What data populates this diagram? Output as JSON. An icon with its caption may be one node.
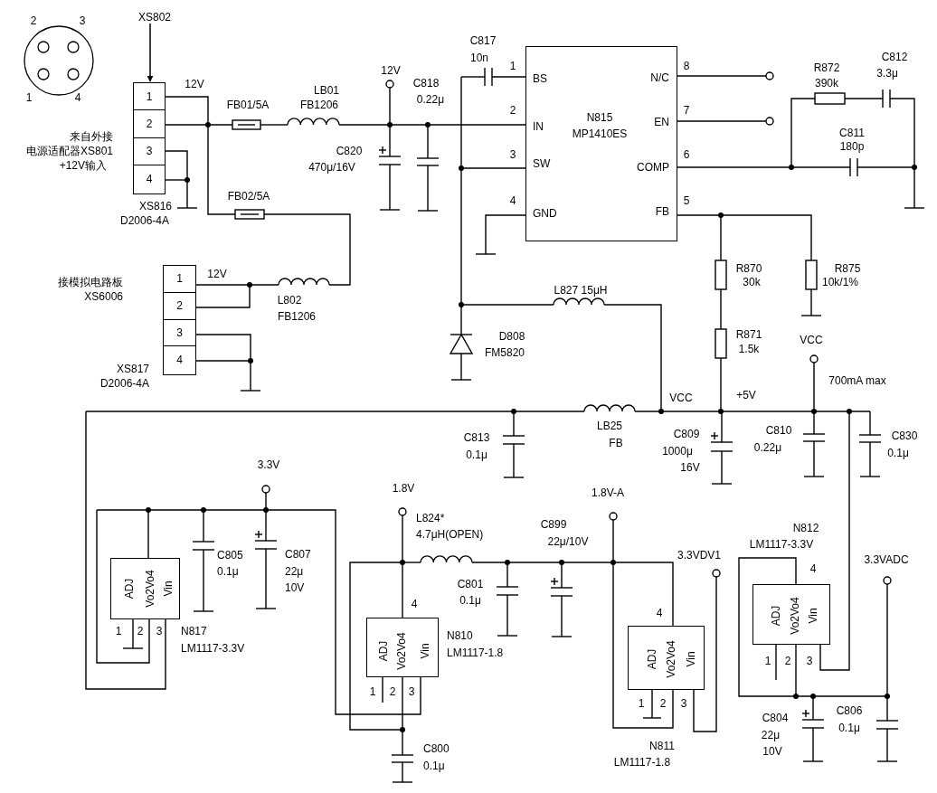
{
  "diagram": {
    "nodes": [
      {
        "text": [
          "XS802"
        ]
      },
      {
        "text": [
          "1",
          "2",
          "3",
          "4"
        ],
        "beside": [
          "XS816",
          "D2006-4A"
        ]
      },
      {
        "text": [
          "1",
          "2",
          "3",
          "4"
        ],
        "beside": [
          "XS817",
          "D2006-4A"
        ]
      },
      {
        "text": [
          "N815",
          "MP1410ES",
          "BS",
          "IN",
          "SW",
          "GND",
          "N/C",
          "EN",
          "COMP",
          "FB"
        ],
        "beside": [
          "1",
          "2",
          "3",
          "4",
          "8",
          "7",
          "6",
          "5"
        ]
      },
      {
        "text": [
          "ADJ",
          "Vo2Vo4",
          "Vin"
        ],
        "beside": [
          "1",
          "2",
          "3",
          "N817",
          "LM1117-3.3V"
        ]
      },
      {
        "text": [
          "ADJ",
          "Vo2Vo4",
          "Vin"
        ],
        "beside": [
          "4",
          "1",
          "2",
          "3",
          "N810",
          "LM1117-1.8"
        ]
      },
      {
        "text": [
          "ADJ",
          "Vo2Vo4",
          "Vin"
        ],
        "beside": [
          "4",
          "1",
          "2",
          "3",
          "N811",
          "LM1117-1.8"
        ]
      },
      {
        "text": [
          "ADJ",
          "Vo2Vo4",
          "Vin"
        ],
        "beside": [
          "N812",
          "LM1117-3.3V",
          "4",
          "1",
          "2",
          "3"
        ]
      }
    ],
    "edges": [
      {
        "from": 0,
        "to": 1,
        "arrow": "to"
      }
    ],
    "labels": [
      "2",
      "3",
      "1",
      "4",
      "来自外接",
      "电源适配器XS801",
      "+12V输入",
      "12V",
      "FB01/5A",
      "LB01",
      "FB1206",
      "12V",
      "C818",
      "0.22μ",
      "C820",
      "470μ/16V",
      "FB02/5A",
      "12V",
      "L802",
      "FB1206",
      "接模拟电路板",
      "XS6006",
      "C817",
      "10n",
      "R872",
      "390k",
      "C812",
      "3.3μ",
      "C811",
      "180p",
      "R870",
      "30k",
      "R875",
      "10k/1%",
      "L827 15μH",
      "D808",
      "FM5820",
      "R871",
      "1.5k",
      "VCC",
      "700mA max",
      "VCC",
      "+5V",
      "C813",
      "0.1μ",
      "LB25",
      "FB",
      "C809",
      "1000μ",
      "16V",
      "C810",
      "0.22μ",
      "C830",
      "0.1μ",
      "3.3V",
      "C805",
      "0.1μ",
      "C807",
      "22μ",
      "10V",
      "1.8V",
      "L824*",
      "4.7μH(OPEN)",
      "C801",
      "0.1μ",
      "C899",
      "22μ/10V",
      "1.8V-A",
      "3.3VDV1",
      "C800",
      "0.1μ",
      "C804",
      "22μ",
      "10V",
      "C806",
      "0.1μ",
      "3.3VADC"
    ]
  }
}
